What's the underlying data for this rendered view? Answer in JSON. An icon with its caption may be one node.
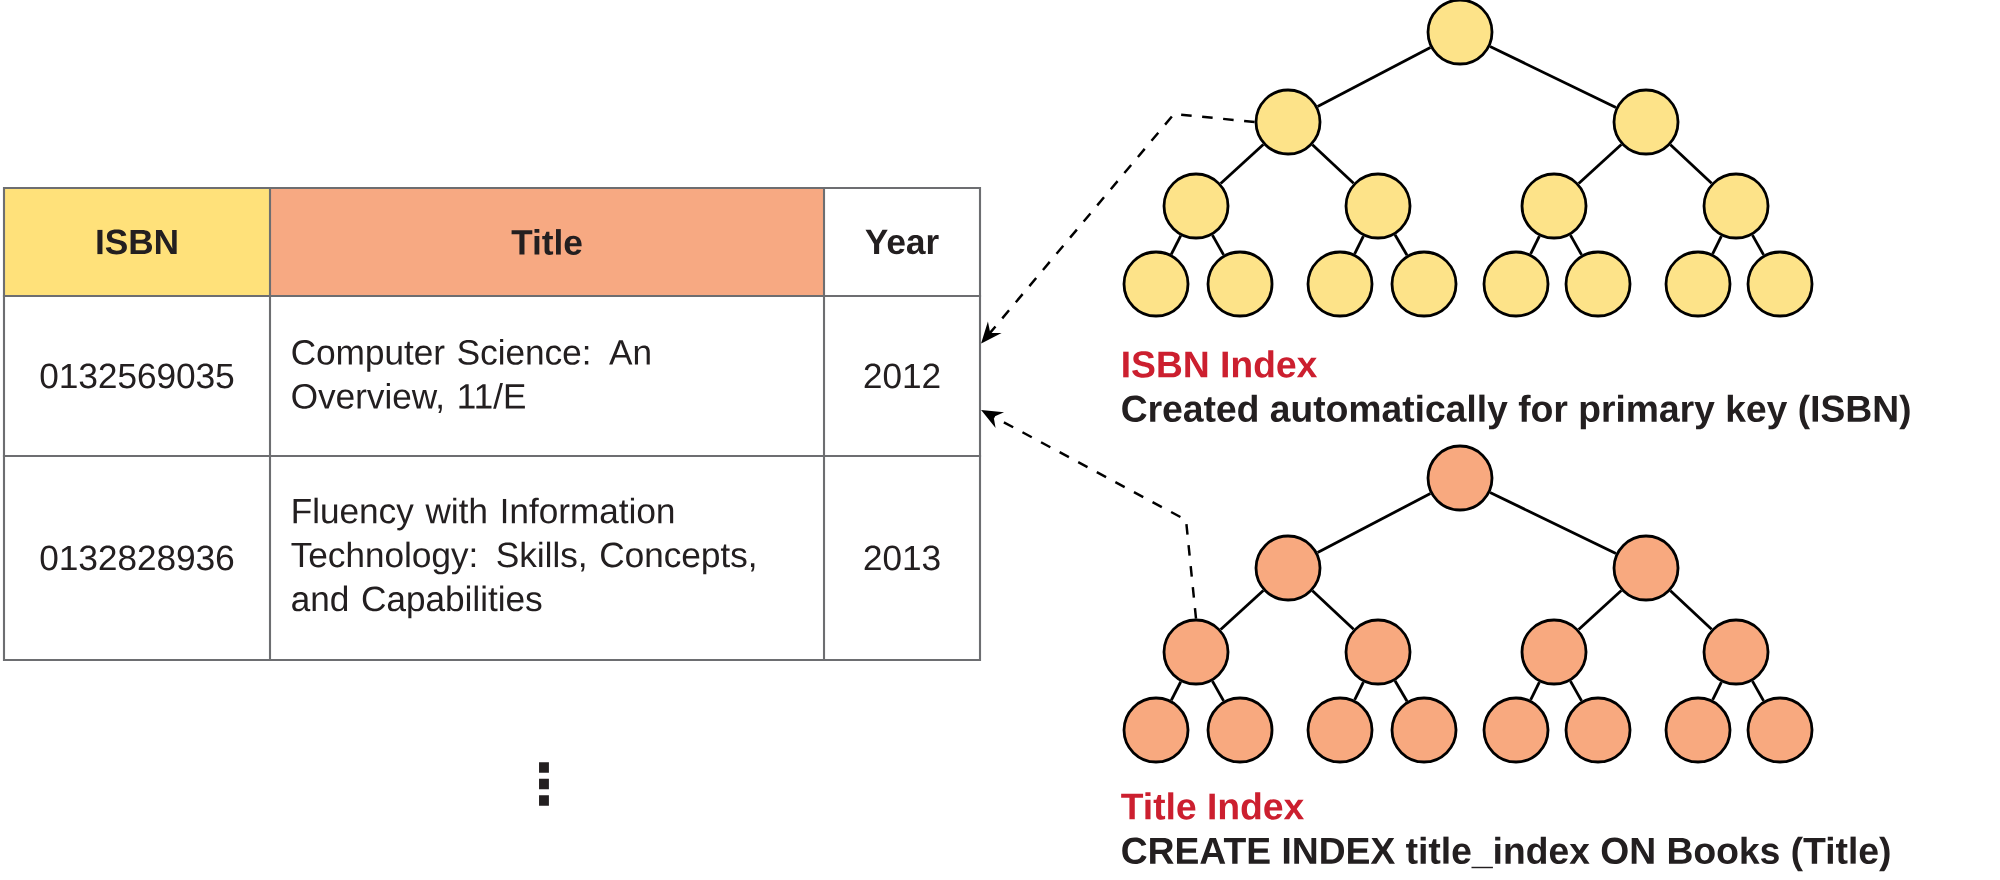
{
  "diagram": {
    "nodes": [
      {
        "text": [
          "ISBN",
          "Title",
          "Year"
        ]
      },
      {
        "text": [
          "0132569035",
          "Computer Science: An Overview, 11/E",
          "2012"
        ]
      },
      {
        "text": [
          "0132828936",
          "Fluency with Information Technology: Skills, Concepts, and Capabilities",
          "2013"
        ]
      },
      {
        "text": [],
        "shape": "circle"
      },
      {
        "text": [],
        "shape": "circle"
      },
      {
        "text": [],
        "shape": "circle"
      },
      {
        "text": [],
        "shape": "circle"
      },
      {
        "text": [],
        "shape": "circle"
      },
      {
        "text": [],
        "shape": "circle"
      },
      {
        "text": [],
        "shape": "circle"
      },
      {
        "text": [],
        "shape": "circle"
      },
      {
        "text": [],
        "shape": "circle"
      },
      {
        "text": [],
        "shape": "circle"
      },
      {
        "text": [],
        "shape": "circle"
      },
      {
        "text": [],
        "shape": "circle"
      },
      {
        "text": [],
        "shape": "circle"
      },
      {
        "text": [],
        "shape": "circle"
      },
      {
        "text": [],
        "shape": "circle"
      },
      {
        "text": [],
        "shape": "circle"
      },
      {
        "text": [],
        "shape": "circle"
      },
      {
        "text": [],
        "shape": "circle"
      },
      {
        "text": [],
        "shape": "circle"
      },
      {
        "text": [],
        "shape": "circle"
      },
      {
        "text": [],
        "shape": "circle"
      },
      {
        "text": [],
        "shape": "circle"
      },
      {
        "text": [],
        "shape": "circle"
      },
      {
        "text": [],
        "shape": "circle"
      },
      {
        "text": [],
        "shape": "circle"
      },
      {
        "text": [],
        "shape": "circle"
      },
      {
        "text": [],
        "shape": "circle"
      },
      {
        "text": [],
        "shape": "circle"
      },
      {
        "text": [],
        "shape": "circle"
      },
      {
        "text": [],
        "shape": "circle"
      }
    ],
    "edges": [
      {
        "from": 3,
        "to": 4,
        "arrow": "none"
      },
      {
        "from": 3,
        "to": 5,
        "arrow": "none"
      },
      {
        "from": 4,
        "to": 6,
        "arrow": "none"
      },
      {
        "from": 4,
        "to": 7,
        "arrow": "none"
      },
      {
        "from": 5,
        "to": 8,
        "arrow": "none"
      },
      {
        "from": 5,
        "to": 9,
        "arrow": "none"
      },
      {
        "from": 6,
        "to": 10,
        "arrow": "none"
      },
      {
        "from": 6,
        "to": 11,
        "arrow": "none"
      },
      {
        "from": 7,
        "to": 12,
        "arrow": "none"
      },
      {
        "from": 7,
        "to": 13,
        "arrow": "none"
      },
      {
        "from": 8,
        "to": 14,
        "arrow": "none"
      },
      {
        "from": 8,
        "to": 15,
        "arrow": "none"
      },
      {
        "from": 9,
        "to": 16,
        "arrow": "none"
      },
      {
        "from": 9,
        "to": 17,
        "arrow": "none"
      },
      {
        "from": 18,
        "to": 19,
        "arrow": "none"
      },
      {
        "from": 18,
        "to": 20,
        "arrow": "none"
      },
      {
        "from": 19,
        "to": 21,
        "arrow": "none"
      },
      {
        "from": 19,
        "to": 22,
        "arrow": "none"
      },
      {
        "from": 20,
        "to": 23,
        "arrow": "none"
      },
      {
        "from": 20,
        "to": 24,
        "arrow": "none"
      },
      {
        "from": 21,
        "to": 25,
        "arrow": "none"
      },
      {
        "from": 21,
        "to": 26,
        "arrow": "none"
      },
      {
        "from": 22,
        "to": 27,
        "arrow": "none"
      },
      {
        "from": 22,
        "to": 28,
        "arrow": "none"
      },
      {
        "from": 23,
        "to": 29,
        "arrow": "none"
      },
      {
        "from": 23,
        "to": 30,
        "arrow": "none"
      },
      {
        "from": 24,
        "to": 31,
        "arrow": "none"
      },
      {
        "from": 24,
        "to": 32,
        "arrow": "none"
      },
      {
        "from": 4,
        "to": 1,
        "arrow": "to",
        "style": "dashed"
      },
      {
        "from": 21,
        "to": 1,
        "arrow": "to",
        "style": "dashed"
      }
    ],
    "labels": [
      "ISBN Index",
      "Created automatically for primary key (ISBN)",
      "Title Index",
      "CREATE INDEX title_index ON Books (Title)",
      "⋮"
    ]
  }
}
